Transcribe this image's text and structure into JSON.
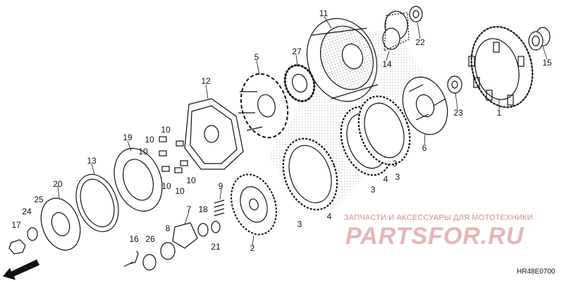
{
  "diagram_code": "HR48E0700",
  "direction_label": "FR.",
  "watermark": {
    "caption": "ЗАПЧАСТИ И АКСЕССУАРЫ ДЛЯ МОТОТЕХНИКИ",
    "logo": "PARTSFOR.RU"
  },
  "callouts": {
    "c1": "1",
    "c2": "2",
    "c3a": "3",
    "c3b": "3",
    "c3c": "3",
    "c3d": "3",
    "c4a": "4",
    "c4b": "4",
    "c5": "5",
    "c6": "6",
    "c7": "7",
    "c8": "8",
    "c9": "9",
    "c10a": "10",
    "c10b": "10",
    "c10c": "10",
    "c10d": "10",
    "c10e": "10",
    "c10f": "10",
    "c11": "11",
    "c12": "12",
    "c13": "13",
    "c14": "14",
    "c15": "15",
    "c16": "16",
    "c17": "17",
    "c18": "18",
    "c19": "19",
    "c20": "20",
    "c21": "21",
    "c22": "22",
    "c23": "23",
    "c24": "24",
    "c25": "25",
    "c26": "26",
    "c27": "27"
  },
  "colors": {
    "line": "#111111",
    "dot_shade": "#9a9a9a",
    "watermark_text": "#d98a8a",
    "watermark_logo": "#e7b5b5"
  }
}
